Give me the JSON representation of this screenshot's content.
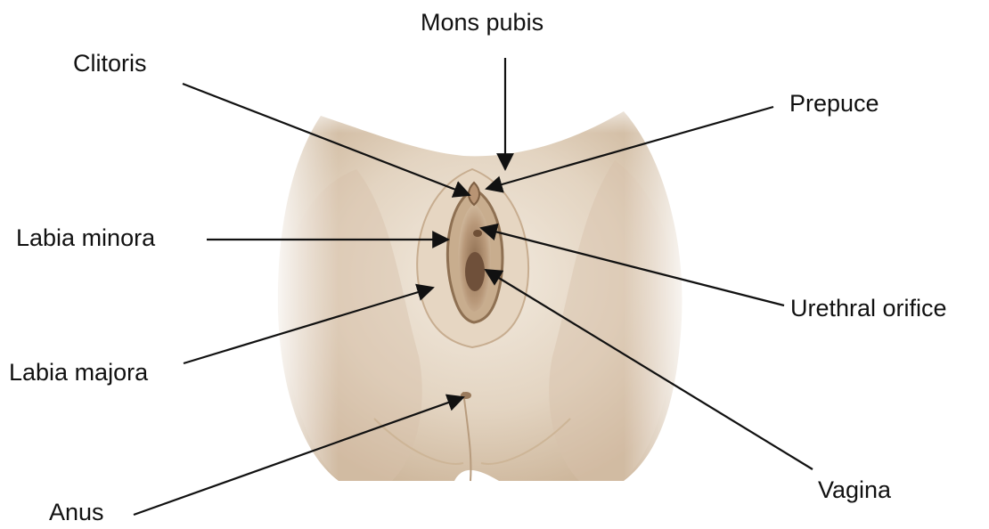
{
  "labels": {
    "mons_pubis": "Mons pubis",
    "clitoris": "Clitoris",
    "prepuce": "Prepuce",
    "labia_minora": "Labia minora",
    "urethral_orifice": "Urethral orifice",
    "labia_majora": "Labia majora",
    "vagina": "Vagina",
    "anus": "Anus"
  },
  "colors": {
    "skin_light": "#efe6d9",
    "skin_mid": "#d9c7b1",
    "skin_shadow": "#b59a7c",
    "tissue_dark": "#8a6a4c",
    "leader_line": "#111111"
  }
}
